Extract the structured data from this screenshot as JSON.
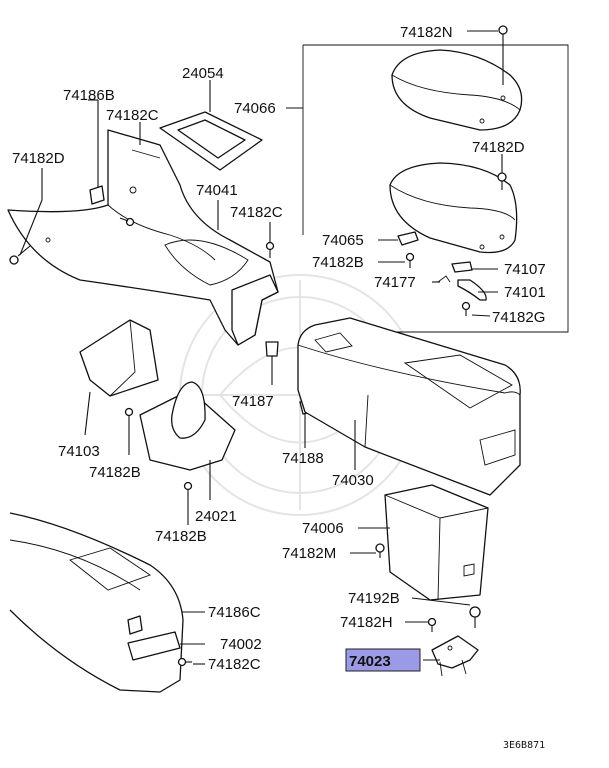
{
  "diagram": {
    "reference_code": "3E6B871",
    "highlighted_part": "74023",
    "highlight_color": "#9a9ae6",
    "line_color": "#111111",
    "part_labels": [
      {
        "id": "lbl-74182N-top",
        "text": "74182N"
      },
      {
        "id": "lbl-24054",
        "text": "24054"
      },
      {
        "id": "lbl-74186B",
        "text": "74186B"
      },
      {
        "id": "lbl-74066",
        "text": "74066"
      },
      {
        "id": "lbl-74182C-a",
        "text": "74182C"
      },
      {
        "id": "lbl-74182D-right",
        "text": "74182D"
      },
      {
        "id": "lbl-74182D-left",
        "text": "74182D"
      },
      {
        "id": "lbl-74041",
        "text": "74041"
      },
      {
        "id": "lbl-74182C-b",
        "text": "74182C"
      },
      {
        "id": "lbl-74065",
        "text": "74065"
      },
      {
        "id": "lbl-74182B-a",
        "text": "74182B"
      },
      {
        "id": "lbl-74107",
        "text": "74107"
      },
      {
        "id": "lbl-74177",
        "text": "74177"
      },
      {
        "id": "lbl-74101",
        "text": "74101"
      },
      {
        "id": "lbl-74182G",
        "text": "74182G"
      },
      {
        "id": "lbl-74187",
        "text": "74187"
      },
      {
        "id": "lbl-74103",
        "text": "74103"
      },
      {
        "id": "lbl-74188",
        "text": "74188"
      },
      {
        "id": "lbl-74182B-b",
        "text": "74182B"
      },
      {
        "id": "lbl-74030",
        "text": "74030"
      },
      {
        "id": "lbl-24021",
        "text": "24021"
      },
      {
        "id": "lbl-74006",
        "text": "74006"
      },
      {
        "id": "lbl-74182B-c",
        "text": "74182B"
      },
      {
        "id": "lbl-74182M",
        "text": "74182M"
      },
      {
        "id": "lbl-74192B",
        "text": "74192B"
      },
      {
        "id": "lbl-74186C",
        "text": "74186C"
      },
      {
        "id": "lbl-74182H",
        "text": "74182H"
      },
      {
        "id": "lbl-74002",
        "text": "74002"
      },
      {
        "id": "lbl-74023",
        "text": "74023"
      },
      {
        "id": "lbl-74182C-c",
        "text": "74182C"
      }
    ]
  }
}
